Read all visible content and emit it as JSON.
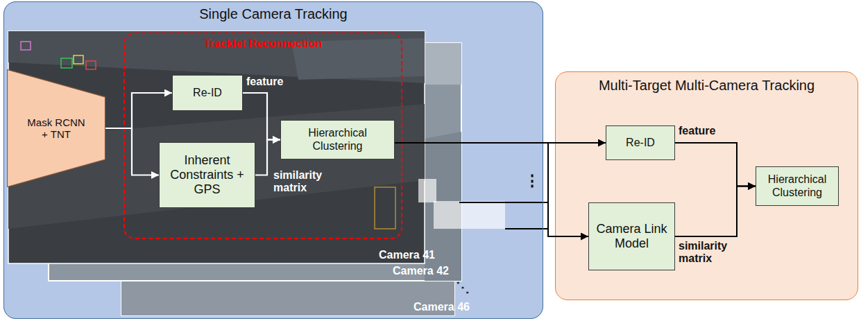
{
  "diagram": {
    "nodes": [
      {
        "text": [
          "Single Camera Tracking"
        ]
      },
      {
        "text": [
          "Mask RCNN + TNT"
        ],
        "in": 0
      },
      {
        "text": [
          "Tracklet Reconnection"
        ],
        "in": 0
      },
      {
        "text": [
          "Re-ID"
        ],
        "in": 2
      },
      {
        "text": [
          "Inherent Constraints + GPS"
        ],
        "in": 2
      },
      {
        "text": [
          "Hierarchical Clustering"
        ],
        "in": 2
      },
      {
        "text": [
          "Multi-Target Multi-Camera Tracking"
        ]
      },
      {
        "text": [
          "Re-ID"
        ],
        "in": 6
      },
      {
        "text": [
          "Camera Link Model"
        ],
        "in": 6
      },
      {
        "text": [
          "Hierarchical Clustering"
        ],
        "in": 6
      }
    ],
    "edges": [
      {
        "from": 1,
        "to": 3,
        "arrow": "to"
      },
      {
        "from": 1,
        "to": 4,
        "arrow": "to"
      },
      {
        "from": 3,
        "to": 5,
        "arrow": "to",
        "label": "feature"
      },
      {
        "from": 4,
        "to": 5,
        "arrow": "to",
        "label": "similarity matrix"
      },
      {
        "from": 5,
        "to": 7,
        "arrow": "to"
      },
      {
        "from": 5,
        "to": 8,
        "arrow": "to"
      },
      {
        "from": 7,
        "to": 9,
        "arrow": "to",
        "label": "feature"
      },
      {
        "from": 8,
        "to": 9,
        "arrow": "to",
        "label": "similarity matrix"
      }
    ],
    "labels": [
      "Camera 41",
      "Camera 42",
      "⋮",
      "⋱",
      "Camera 46"
    ]
  }
}
